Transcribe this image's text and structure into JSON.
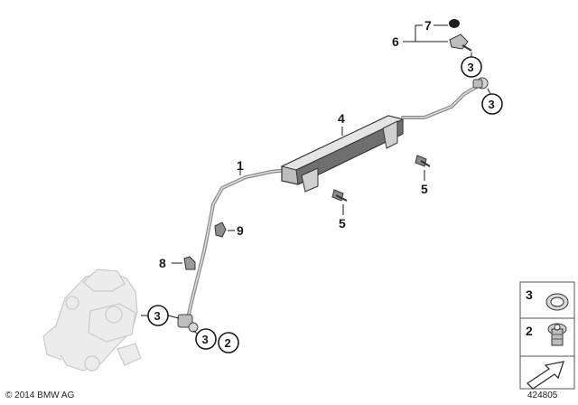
{
  "callouts": {
    "c1": "1",
    "c2": "2",
    "c3": "3",
    "c4": "4",
    "c5": "5",
    "c6": "6",
    "c7": "7",
    "c8": "8",
    "c9": "9"
  },
  "legend": {
    "item_top": "3",
    "item_bottom": "2"
  },
  "footer": {
    "copyright": "© 2014 BMW AG",
    "diagram_id": "424805"
  },
  "colors": {
    "line": "#1a1a1a",
    "part_fill": "#cfcfcf",
    "part_dark": "#8a8a8a",
    "caliper_fill": "#ececec"
  }
}
